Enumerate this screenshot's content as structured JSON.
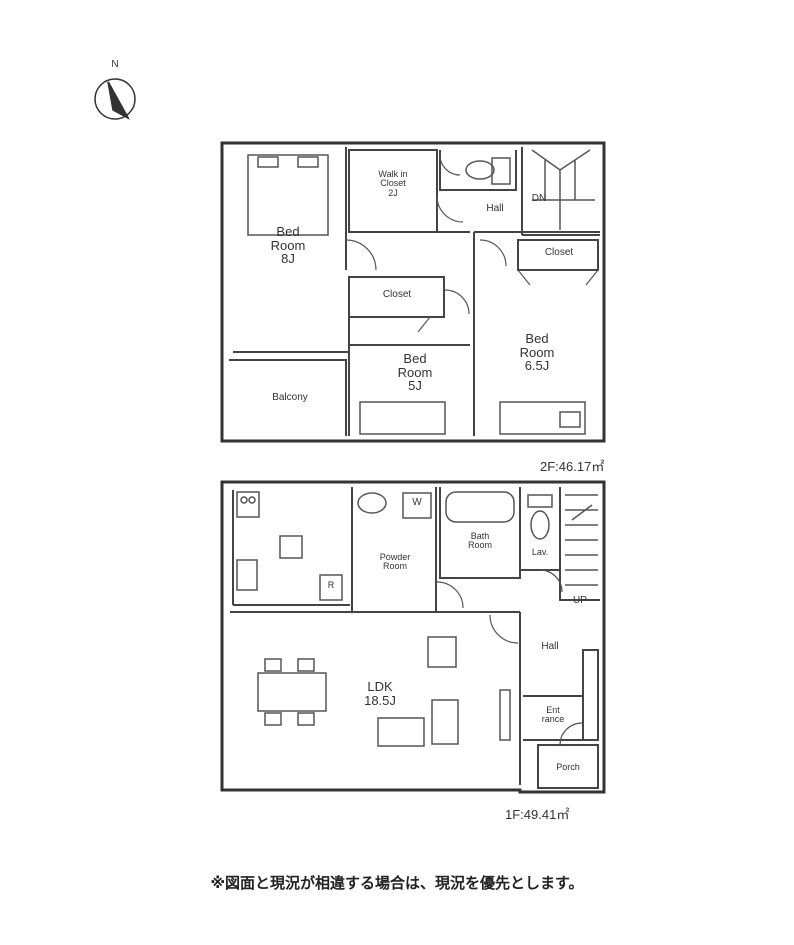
{
  "compass": {
    "label": "N",
    "icon": "north-arrow-icon"
  },
  "floor2": {
    "area_label": "2F:46.17㎡",
    "rooms": {
      "bed_8j": "Bed\nRoom\n8J",
      "walk_in_closet": "Walk in\nCloset\n2J",
      "hall": "Hall",
      "dn": "DN",
      "closet_right": "Closet",
      "closet_center": "Closet",
      "bed_5j": "Bed\nRoom\n5J",
      "bed_65j": "Bed\nRoom\n6.5J",
      "balcony": "Balcony"
    }
  },
  "floor1": {
    "area_label": "1F:49.41㎡",
    "rooms": {
      "washer": "W",
      "bath_room": "Bath\nRoom",
      "powder_room": "Powder\nRoom",
      "lav": "Lav.",
      "fridge": "R",
      "up": "UP",
      "hall": "Hall",
      "ldk": "LDK\n18.5J",
      "entrance": "Ent\nrance",
      "porch": "Porch"
    }
  },
  "note": "※図面と現況が相違する場合は、現況を優先とします。",
  "colors": {
    "wall": "#333333",
    "fixture": "#555555",
    "paper": "#ffffff"
  }
}
